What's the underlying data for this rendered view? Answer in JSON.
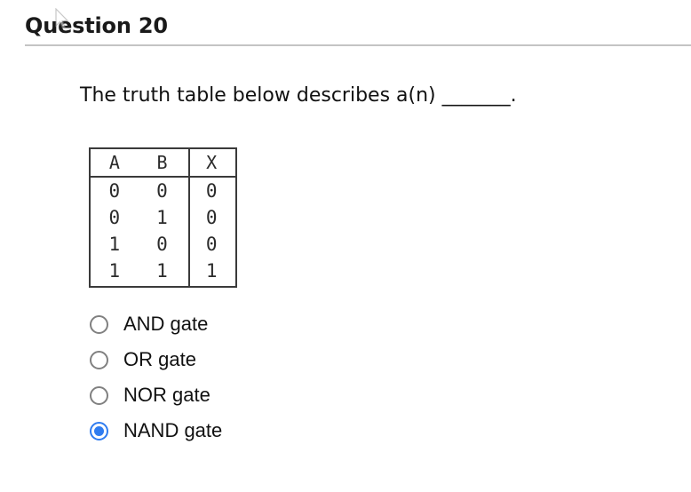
{
  "header": {
    "title": "Question 20",
    "divider_color": "#c4c4c4"
  },
  "prompt": {
    "text": "The truth table below describes a(n) _______."
  },
  "truth_table": {
    "columns": [
      "A",
      "B",
      "X"
    ],
    "rows": [
      [
        "0",
        "0",
        "0"
      ],
      [
        "0",
        "1",
        "0"
      ],
      [
        "1",
        "0",
        "0"
      ],
      [
        "1",
        "1",
        "1"
      ]
    ]
  },
  "options": {
    "selected_index": 3,
    "accent_color": "#2f7cf0",
    "unselected_color": "#808080",
    "items": [
      {
        "label": "AND gate",
        "checked": false
      },
      {
        "label": "OR gate",
        "checked": false
      },
      {
        "label": "NOR gate",
        "checked": false
      },
      {
        "label": "NAND gate",
        "checked": true
      }
    ]
  },
  "cursor": {
    "icon": "mouse-pointer-icon"
  }
}
